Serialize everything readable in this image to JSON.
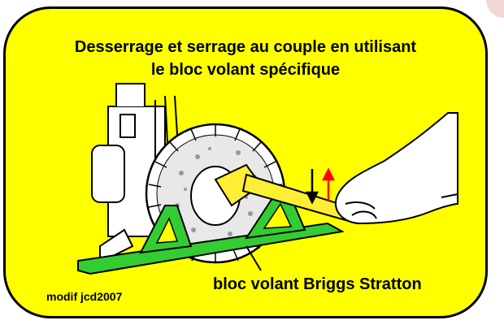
{
  "title": {
    "line1": "Desserrage et serrage au couple en utilisant",
    "line2": "le bloc volant spécifique"
  },
  "caption": "bloc volant Briggs Stratton",
  "signature": "modif jcd2007",
  "colors": {
    "background": "#ffff00",
    "frame_border": "#000000",
    "tool": "#33cc33",
    "wrench": "#ffee33",
    "arrow_down": "#000000",
    "arrow_up": "#ff0000"
  }
}
